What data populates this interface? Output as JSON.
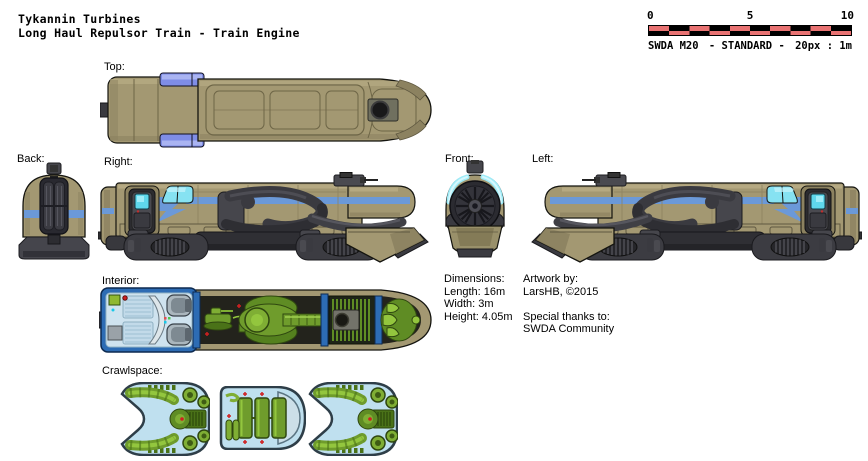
{
  "title": {
    "line1": "Tykannin Turbines",
    "line2": "Long Haul Repulsor Train - Train Engine"
  },
  "scale_bar": {
    "ticks": [
      "0",
      "5",
      "10"
    ],
    "spec": "SWDA M20",
    "standard": "- STANDARD -",
    "ratio": "20px : 1m"
  },
  "view_labels": {
    "top": "Top:",
    "back": "Back:",
    "right": "Right:",
    "front": "Front:",
    "left": "Left:",
    "interior": "Interior:",
    "crawlspace": "Crawlspace:"
  },
  "info": {
    "dimensions_heading": "Dimensions:",
    "length": "Length: 16m",
    "width": "Width: 3m",
    "height": "Height: 4.05m",
    "artwork_heading": "Artwork by:",
    "artist": "LarsHB, ©2015",
    "thanks_heading": "Special thanks to:",
    "thanks_name": "SWDA Community"
  },
  "colors": {
    "hull_khaki": "#a39872",
    "hull_shadow": "#8c8260",
    "stripe_blue": "#6b99d8",
    "accent_periwinkle": "#7f8de6",
    "window_cyan": "#7be0f2",
    "machinery_green": "#6f9c2c",
    "interior_blue": "#bfe0ef",
    "cockpit_frame_blue": "#2d6cb4",
    "scale_red": "#e87272",
    "undercarriage_gray": "#3a3a40"
  }
}
